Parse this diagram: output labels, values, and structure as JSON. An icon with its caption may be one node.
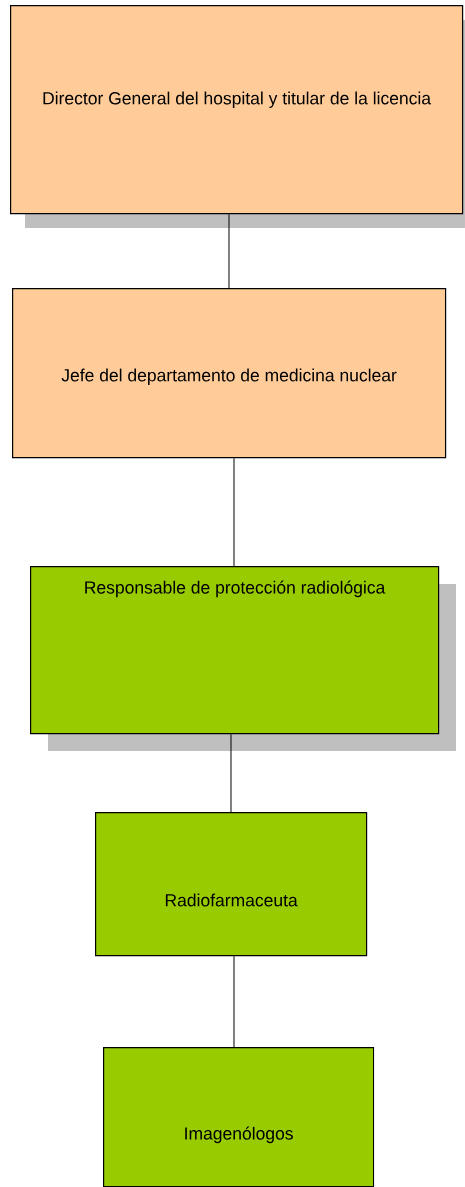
{
  "diagram": {
    "nodes": [
      {
        "text": [
          "Director General del hospital y titular de la licencia"
        ]
      },
      {
        "text": [
          "Jefe del departamento de medicina nuclear"
        ]
      },
      {
        "text": [
          "Responsable de protección radiológica"
        ]
      },
      {
        "text": [
          "Radiofarmaceuta"
        ]
      },
      {
        "text": [
          "Imagenólogos"
        ]
      }
    ],
    "edges": [
      {
        "from": 0,
        "to": 1,
        "arrow": "none"
      },
      {
        "from": 1,
        "to": 2,
        "arrow": "none"
      },
      {
        "from": 2,
        "to": 3,
        "arrow": "none"
      },
      {
        "from": 3,
        "to": 4,
        "arrow": "none"
      }
    ]
  }
}
